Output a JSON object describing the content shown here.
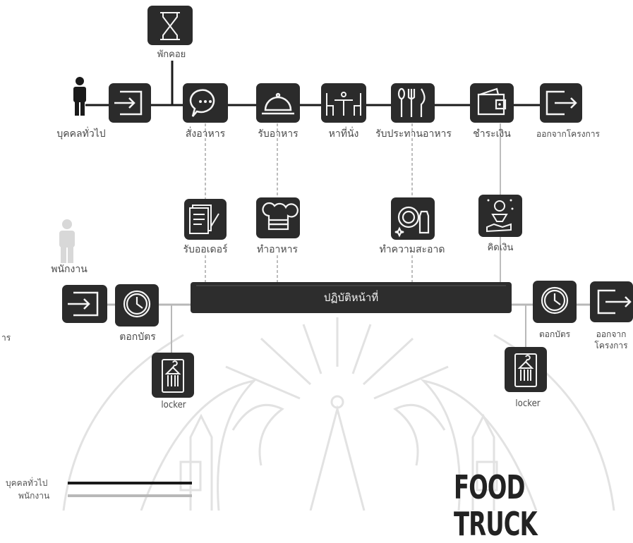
{
  "diagram": {
    "customer_lane": {
      "actor": "บุคคลทั่วไป",
      "break": "พักคอย",
      "steps": [
        "สั่งอาหาร",
        "รับอาหาร",
        "หาที่นั่ง",
        "รับประทานอาหาร",
        "ชำระเงิน",
        "ออกจากโครงการ"
      ]
    },
    "staff_lane": {
      "actor": "พนักงาน",
      "tasks": [
        "รับออเดอร์",
        "ทำอาหาร",
        "ทำความสะอาด",
        "คิดเงิน"
      ],
      "work_bar": "ปฏิบัติหน้าที่",
      "clock_in": "ตอกบัตร",
      "clock_out": "ตอกบัตร",
      "locker_left": "locker",
      "locker_right": "locker",
      "exit": "ออกจาก\nโครงการ"
    },
    "edge_text": "าร",
    "legend": [
      "บุคคลทั่วไป",
      "พนักงาน"
    ],
    "title": "FOOD TRUCK",
    "colors": {
      "icon_bg": "#2b2b2b",
      "icon_stroke": "#f4f4f4",
      "customer_line": "#1a1a1a",
      "staff_line": "#b8b8b8",
      "bar": "#2d2d2d",
      "watermark": "#e3e3e3"
    }
  }
}
